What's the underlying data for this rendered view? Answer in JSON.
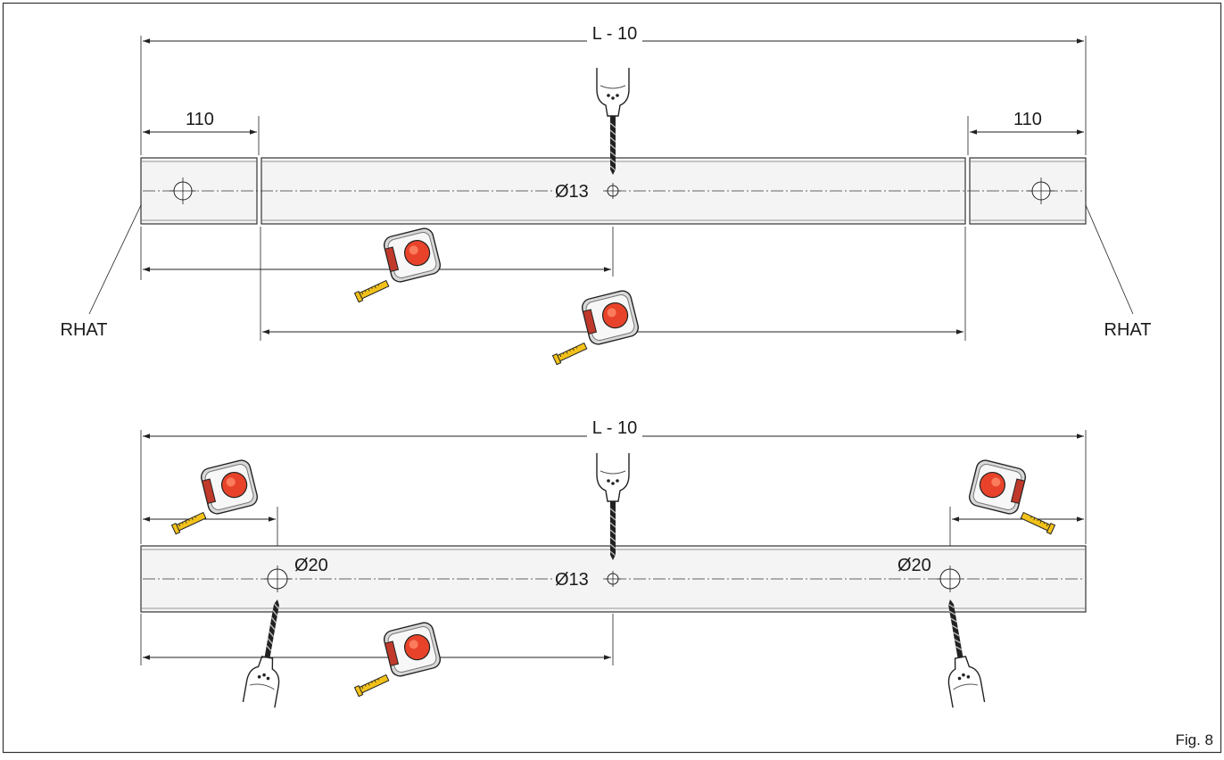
{
  "labels": {
    "overall_length_top": "L - 10",
    "overall_length_bottom": "L - 10",
    "end_offset_left": "110",
    "end_offset_right": "110",
    "hole_center_top": "Ø13",
    "hole_center_bottom": "Ø13",
    "hole_left_bottom": "Ø20",
    "hole_right_bottom": "Ø20",
    "part_left": "RHAT",
    "part_right": "RHAT",
    "figure": "Fig. 8"
  },
  "icons": {
    "drill": "drill-icon",
    "tape_measure": "tape-measure-icon"
  },
  "colors": {
    "tape_body": "#d8d8d8",
    "tape_button": "#e8432a",
    "tape_blade": "#f2c21b"
  }
}
